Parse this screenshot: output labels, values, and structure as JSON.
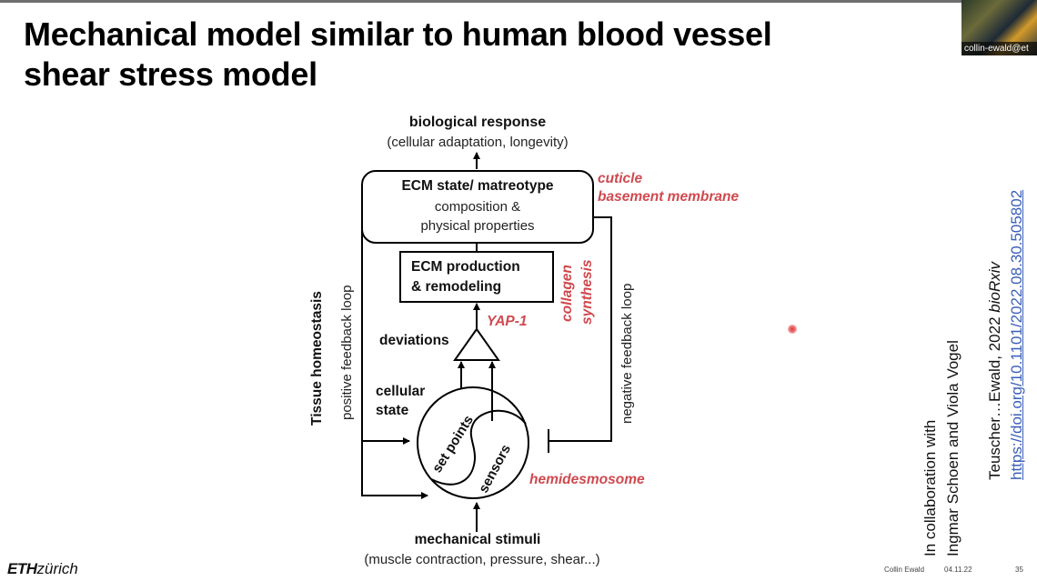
{
  "slide": {
    "title_line1": "Mechanical model similar to human blood vessel",
    "title_line2": "shear stress model",
    "webcam_label": "collin-ewald@et",
    "diagram": {
      "top_label_bold": "biological response",
      "top_label_sub": "(cellular adaptation, longevity)",
      "ecm_state_title": "ECM state/ matreotype",
      "ecm_state_line2": "composition &",
      "ecm_state_line3": "physical properties",
      "ecm_production_line1": "ECM production",
      "ecm_production_line2": "& remodeling",
      "deviations": "deviations",
      "cellular_state_line1": "cellular",
      "cellular_state_line2": "state",
      "set_points": "set points",
      "sensors": "sensors",
      "bottom_label_bold": "mechanical stimuli",
      "bottom_label_sub": "(muscle contraction, pressure, shear...)",
      "left_vertical_bold": "Tissue homeostasis",
      "left_vertical_sub": "positive feedback loop",
      "right_vertical": "negative feedback loop",
      "annotations": {
        "cuticle": "cuticle",
        "basement_membrane": "basement membrane",
        "collagen": "collagen",
        "synthesis": "synthesis",
        "yap1": "YAP-1",
        "hemidesmosome": "hemidesmosome"
      },
      "annotation_color": "#d0494f"
    },
    "collaboration_line1": "In collaboration with",
    "collaboration_line2": "Ingmar Schoen and Viola Vogel",
    "citation_text": "Teuscher…Ewald, 2022 ",
    "citation_journal": "bioRxiv",
    "doi_link": "https://doi.org/10.1101/2022.08.30.505802",
    "logo_eth": "ETH",
    "logo_zurich": "zürich",
    "footer_author": "Collin Ewald",
    "footer_date": "04.11.22",
    "footer_page": "35"
  }
}
